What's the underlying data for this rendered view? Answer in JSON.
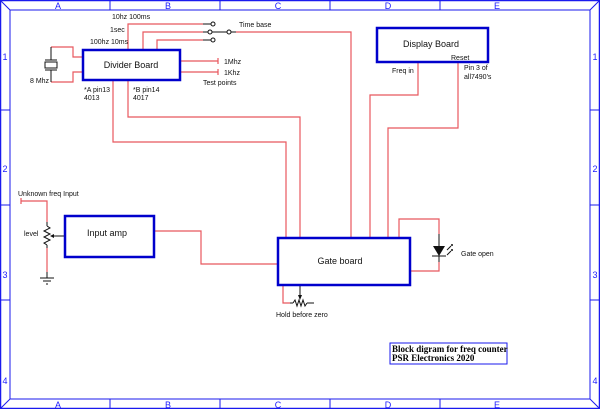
{
  "frame": {
    "columns": [
      "A",
      "B",
      "C",
      "D",
      "E"
    ],
    "rows": [
      "1",
      "2",
      "3",
      "4"
    ],
    "border_color": "#1a1aee"
  },
  "blocks": {
    "divider_board": "Divider Board",
    "display_board": "Display Board",
    "input_amp": "Input amp",
    "gate_board": "Gate board"
  },
  "labels": {
    "switch_10hz_100ms": "10hz 100ms",
    "switch_1sec": "1sec",
    "switch_100hz_10ms": "100hz 10ms",
    "time_base": "Time base",
    "crystal": "8 Mhz",
    "pin_a_line1": "*A pin13",
    "pin_a_line2": "4013",
    "pin_b_line1": "*B pin14",
    "pin_b_line2": "4017",
    "test_1mhz": "1Mhz",
    "test_1khz": "1Khz",
    "test_points": "Test points",
    "freq_in": "Freq in",
    "reset": "Reset",
    "pin3_line1": "Pin 3 of",
    "pin3_line2": "all7490's",
    "unknown_input": "Unknown freq Input",
    "level": "level",
    "gate_open": "Gate open",
    "hold_before_zero": "Hold before zero"
  },
  "title_block": {
    "line1": "Block digram for freq counter",
    "line2": "PSR Electronics 2020"
  },
  "colors": {
    "wire": "#e8585e",
    "block_border": "#0000cc",
    "frame": "#1a1aee"
  }
}
